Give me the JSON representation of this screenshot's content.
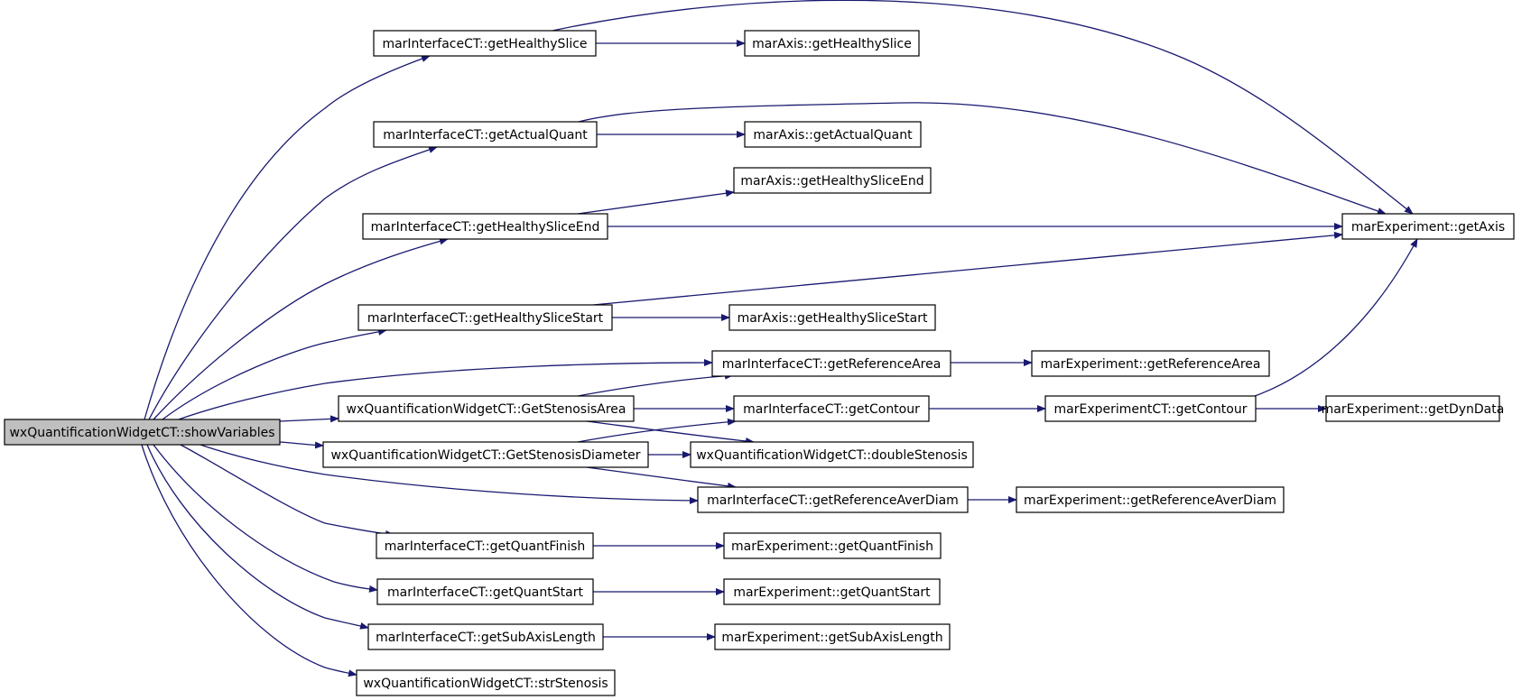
{
  "graph": {
    "edge_color": "#191970",
    "root_fill": "#bfbfbf",
    "nodes": [
      {
        "id": "n0",
        "label": "wxQuantificationWidgetCT::showVariables",
        "root": true
      },
      {
        "id": "n1",
        "label": "marInterfaceCT::getHealthySlice"
      },
      {
        "id": "n2",
        "label": "marAxis::getHealthySlice"
      },
      {
        "id": "n3",
        "label": "marInterfaceCT::getActualQuant"
      },
      {
        "id": "n4",
        "label": "marAxis::getActualQuant"
      },
      {
        "id": "n5",
        "label": "marAxis::getHealthySliceEnd"
      },
      {
        "id": "n6",
        "label": "marInterfaceCT::getHealthySliceEnd"
      },
      {
        "id": "n7",
        "label": "marExperiment::getAxis"
      },
      {
        "id": "n8",
        "label": "marInterfaceCT::getHealthySliceStart"
      },
      {
        "id": "n9",
        "label": "marAxis::getHealthySliceStart"
      },
      {
        "id": "n10",
        "label": "marInterfaceCT::getReferenceArea"
      },
      {
        "id": "n11",
        "label": "marExperiment::getReferenceArea"
      },
      {
        "id": "n12",
        "label": "wxQuantificationWidgetCT::GetStenosisArea"
      },
      {
        "id": "n13",
        "label": "marInterfaceCT::getContour"
      },
      {
        "id": "n14",
        "label": "marExperimentCT::getContour"
      },
      {
        "id": "n15",
        "label": "marExperiment::getDynData"
      },
      {
        "id": "n16",
        "label": "wxQuantificationWidgetCT::GetStenosisDiameter"
      },
      {
        "id": "n17",
        "label": "wxQuantificationWidgetCT::doubleStenosis"
      },
      {
        "id": "n18",
        "label": "marInterfaceCT::getReferenceAverDiam"
      },
      {
        "id": "n19",
        "label": "marExperiment::getReferenceAverDiam"
      },
      {
        "id": "n20",
        "label": "marInterfaceCT::getQuantFinish"
      },
      {
        "id": "n21",
        "label": "marExperiment::getQuantFinish"
      },
      {
        "id": "n22",
        "label": "marInterfaceCT::getQuantStart"
      },
      {
        "id": "n23",
        "label": "marExperiment::getQuantStart"
      },
      {
        "id": "n24",
        "label": "marInterfaceCT::getSubAxisLength"
      },
      {
        "id": "n25",
        "label": "marExperiment::getSubAxisLength"
      },
      {
        "id": "n26",
        "label": "wxQuantificationWidgetCT::strStenosis"
      }
    ],
    "edges": [
      {
        "from": "n0",
        "to": "n1"
      },
      {
        "from": "n0",
        "to": "n3"
      },
      {
        "from": "n0",
        "to": "n6"
      },
      {
        "from": "n0",
        "to": "n8"
      },
      {
        "from": "n0",
        "to": "n10"
      },
      {
        "from": "n0",
        "to": "n12"
      },
      {
        "from": "n0",
        "to": "n16"
      },
      {
        "from": "n0",
        "to": "n18"
      },
      {
        "from": "n0",
        "to": "n20"
      },
      {
        "from": "n0",
        "to": "n22"
      },
      {
        "from": "n0",
        "to": "n24"
      },
      {
        "from": "n0",
        "to": "n26"
      },
      {
        "from": "n1",
        "to": "n2"
      },
      {
        "from": "n1",
        "to": "n7"
      },
      {
        "from": "n3",
        "to": "n4"
      },
      {
        "from": "n3",
        "to": "n7"
      },
      {
        "from": "n6",
        "to": "n5"
      },
      {
        "from": "n6",
        "to": "n7"
      },
      {
        "from": "n8",
        "to": "n9"
      },
      {
        "from": "n8",
        "to": "n7"
      },
      {
        "from": "n10",
        "to": "n11"
      },
      {
        "from": "n12",
        "to": "n10"
      },
      {
        "from": "n12",
        "to": "n13"
      },
      {
        "from": "n12",
        "to": "n17"
      },
      {
        "from": "n13",
        "to": "n14"
      },
      {
        "from": "n14",
        "to": "n7"
      },
      {
        "from": "n14",
        "to": "n15"
      },
      {
        "from": "n16",
        "to": "n13"
      },
      {
        "from": "n16",
        "to": "n17"
      },
      {
        "from": "n16",
        "to": "n18"
      },
      {
        "from": "n18",
        "to": "n19"
      },
      {
        "from": "n20",
        "to": "n21"
      },
      {
        "from": "n22",
        "to": "n23"
      },
      {
        "from": "n24",
        "to": "n25"
      }
    ]
  }
}
